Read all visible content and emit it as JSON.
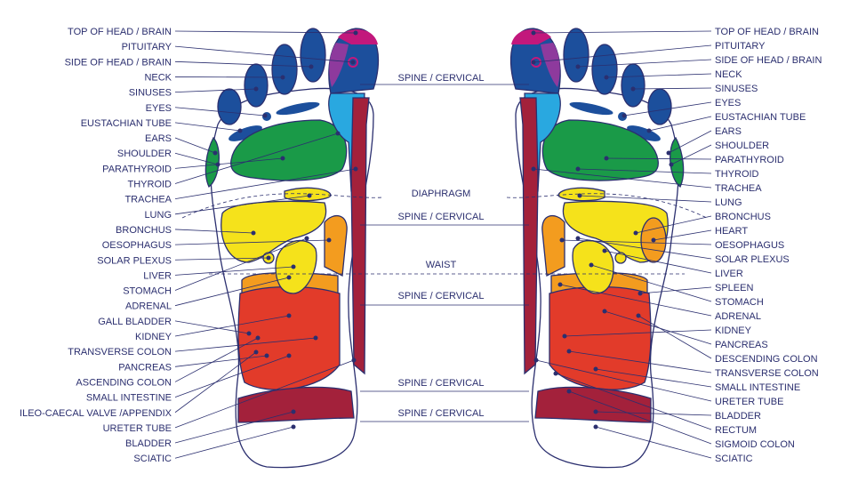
{
  "colors": {
    "text": "#2b2f6f",
    "blue": "#1c4f9c",
    "lightblue": "#29a8e0",
    "green": "#1a9a48",
    "yellow": "#f5e21b",
    "orange": "#f39c1f",
    "red": "#e23b2a",
    "maroon": "#a3213b",
    "pink": "#c2187c",
    "purple": "#8e3a9d"
  },
  "left_labels": [
    "TOP OF HEAD / BRAIN",
    "PITUITARY",
    "SIDE OF HEAD / BRAIN",
    "NECK",
    "SINUSES",
    "EYES",
    "EUSTACHIAN TUBE",
    "EARS",
    "SHOULDER",
    "PARATHYROID",
    "THYROID",
    "TRACHEA",
    "LUNG",
    "BRONCHUS",
    "OESOPHAGUS",
    "SOLAR PLEXUS",
    "LIVER",
    "STOMACH",
    "ADRENAL",
    "GALL BLADDER",
    "KIDNEY",
    "TRANSVERSE COLON",
    "PANCREAS",
    "ASCENDING COLON",
    "SMALL INTESTINE",
    "ILEO-CAECAL VALVE /APPENDIX",
    "URETER TUBE",
    "BLADDER",
    "SCIATIC"
  ],
  "right_labels": [
    "TOP OF HEAD / BRAIN",
    "PITUITARY",
    "SIDE OF HEAD / BRAIN",
    "NECK",
    "SINUSES",
    "EYES",
    "EUSTACHIAN TUBE",
    "EARS",
    "SHOULDER",
    "PARATHYROID",
    "THYROID",
    "TRACHEA",
    "LUNG",
    "BRONCHUS",
    "HEART",
    "OESOPHAGUS",
    "SOLAR PLEXUS",
    "LIVER",
    "SPLEEN",
    "STOMACH",
    "ADRENAL",
    "KIDNEY",
    "PANCREAS",
    "DESCENDING COLON",
    "TRANSVERSE COLON",
    "SMALL INTESTINE",
    "URETER TUBE",
    "BLADDER",
    "RECTUM",
    "SIGMOID COLON",
    "SCIATIC"
  ],
  "center_labels": [
    "SPINE / CERVICAL",
    "DIAPHRAGM",
    "SPINE / CERVICAL",
    "WAIST",
    "SPINE / CERVICAL",
    "SPINE / CERVICAL",
    "SPINE / CERVICAL"
  ]
}
